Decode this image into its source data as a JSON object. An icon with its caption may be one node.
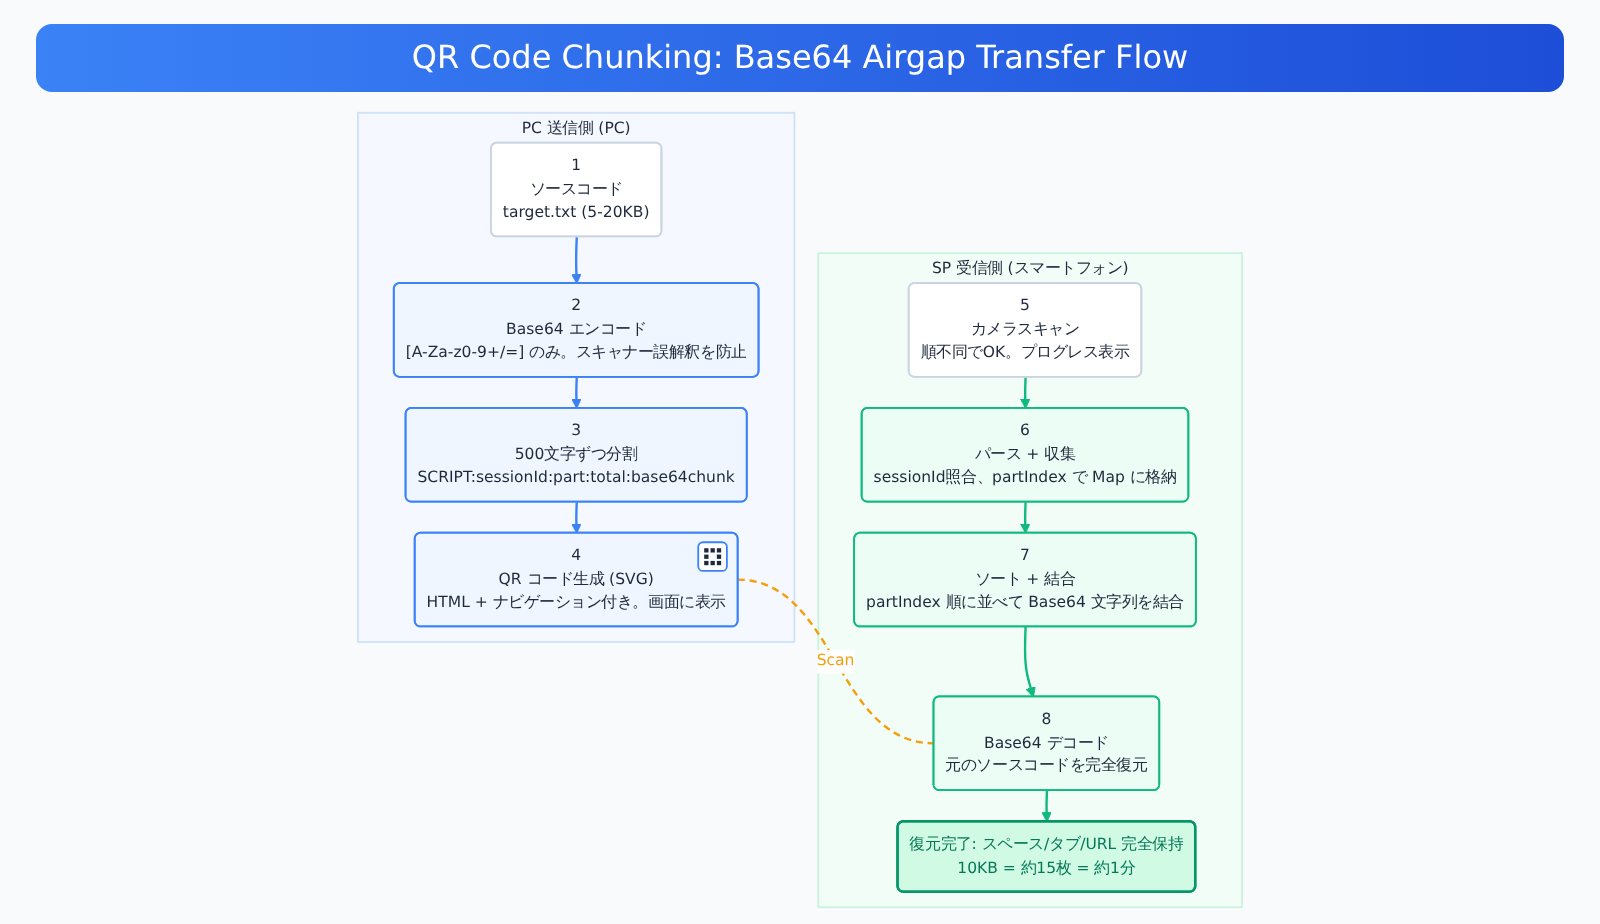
{
  "diagram": {
    "title": "QR Code Chunking: Base64 Airgap Transfer Flow",
    "nodes": [
      {
        "text": [
          "PC",
          "送信側 (PC)"
        ]
      },
      {
        "text": [
          "1",
          "ソースコード",
          "target.txt (5-20KB)"
        ],
        "in": 0
      },
      {
        "text": [
          "2",
          "Base64 エンコード",
          "[A-Za-z0-9+/=] のみ。スキャナー誤解釈を防止"
        ],
        "in": 0
      },
      {
        "text": [
          "3",
          "500文字ずつ分割",
          "SCRIPT:sessionId:part:total:base64chunk"
        ],
        "in": 0
      },
      {
        "text": [
          "4",
          "QR コード生成 (SVG)",
          "HTML + ナビゲーション付き。画面に表示"
        ],
        "in": 0
      },
      {
        "text": [
          "SP",
          "受信側 (スマートフォン)"
        ]
      },
      {
        "text": [
          "5",
          "カメラスキャン",
          "順不同でOK。プログレス表示"
        ],
        "in": 5
      },
      {
        "text": [
          "6",
          "パース + 収集",
          "sessionId照合、partIndex で Map に格納"
        ],
        "in": 5
      },
      {
        "text": [
          "7",
          "ソート + 結合",
          "partIndex 順に並べて Base64 文字列を結合"
        ],
        "in": 5
      },
      {
        "text": [
          "8",
          "Base64 デコード",
          "元のソースコードを完全復元"
        ],
        "in": 5
      },
      {
        "text": [
          "復元完了: スペース/タブ/URL 完全保持",
          "10KB = 約15枚 = 約1分"
        ],
        "in": 5
      }
    ],
    "edges": [
      {
        "from": 1,
        "to": 2,
        "arrow": "to",
        "color": "#3b82f6"
      },
      {
        "from": 2,
        "to": 3,
        "arrow": "to",
        "color": "#3b82f6"
      },
      {
        "from": 3,
        "to": 4,
        "arrow": "to",
        "color": "#3b82f6"
      },
      {
        "from": 6,
        "to": 7,
        "arrow": "to",
        "color": "#10b981"
      },
      {
        "from": 7,
        "to": 8,
        "arrow": "to",
        "color": "#10b981"
      },
      {
        "from": 8,
        "to": 9,
        "arrow": "to",
        "color": "#10b981"
      },
      {
        "from": 9,
        "to": 10,
        "arrow": "to",
        "color": "#10b981"
      },
      {
        "from": 4,
        "to": 9,
        "arrow": "none",
        "label": "Scan",
        "style": "dashed",
        "color": "#f59e0b"
      }
    ]
  }
}
